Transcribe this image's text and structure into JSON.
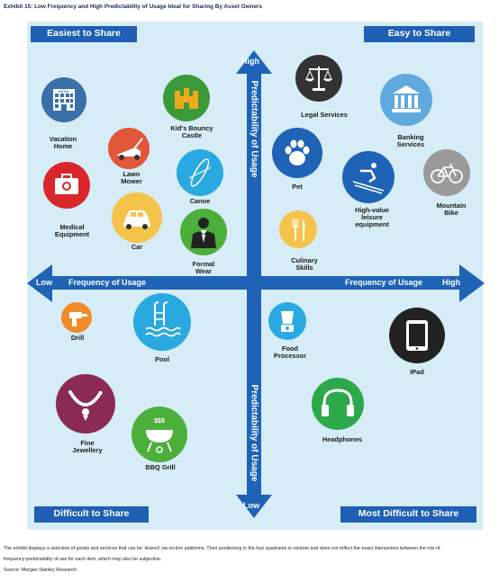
{
  "exhibit_title": "Exhibit 15:  Low Frequency and High Predictability of Usage Ideal for Sharing By Asset Owners",
  "corners": {
    "top_left": "Easiest to Share",
    "top_right": "Easy to Share",
    "bottom_left": "Difficult to Share",
    "bottom_right": "Most Difficult to Share"
  },
  "axes": {
    "high_top": "High",
    "low_bottom": "Low",
    "predictability_top": "Predictability of Usage",
    "predictability_bottom": "Predictability of Usage",
    "low_left": "Low",
    "frequency_left": "Frequency of Usage",
    "frequency_right": "Frequency of Usage",
    "high_right": "High"
  },
  "items": {
    "vacation_home": "Vacation\nHome",
    "bouncy_castle": "Kid's Bouncy\nCastle",
    "legal_services": "Legal Services",
    "banking_services": "Banking\nServices",
    "lawn_mower": "Lawn\nMower",
    "canoe": "Canoe",
    "pet": "Pet",
    "leisure_equipment": "High-value\nleisure\nequipment",
    "mountain_bike": "Mountain\nBike",
    "medical_equipment": "Medical\nEquipment",
    "car": "Car",
    "formal_wear": "Formal\nWear",
    "culinary_skills": "Culinary\nSkills",
    "drill": "Drill",
    "pool": "Pool",
    "food_processor": "Food\nProcessor",
    "ipad": "IPad",
    "fine_jewellery": "Fine\nJewellery",
    "bbq_grill": "BBQ Grill",
    "headphones": "Headphones"
  },
  "icon_texts": {
    "hotel_sign": "HOTEL",
    "bbq_money": "$$$"
  },
  "footnotes": {
    "line1": "The exhibit displays a selection of goods and services that can be 'shared' via on-line platforms. Their positioning in the four quadrants is random and does not reflect the exact intersection between the mix of",
    "line2": "frequency-predictability of use for each item, which may also be subjective.",
    "source": "Source: Morgan Stanley Research"
  },
  "colors": {
    "axis_blue": "#1f63b7",
    "panel_bg": "#d6ecf6",
    "corner_blue": "#1f5fb4"
  }
}
